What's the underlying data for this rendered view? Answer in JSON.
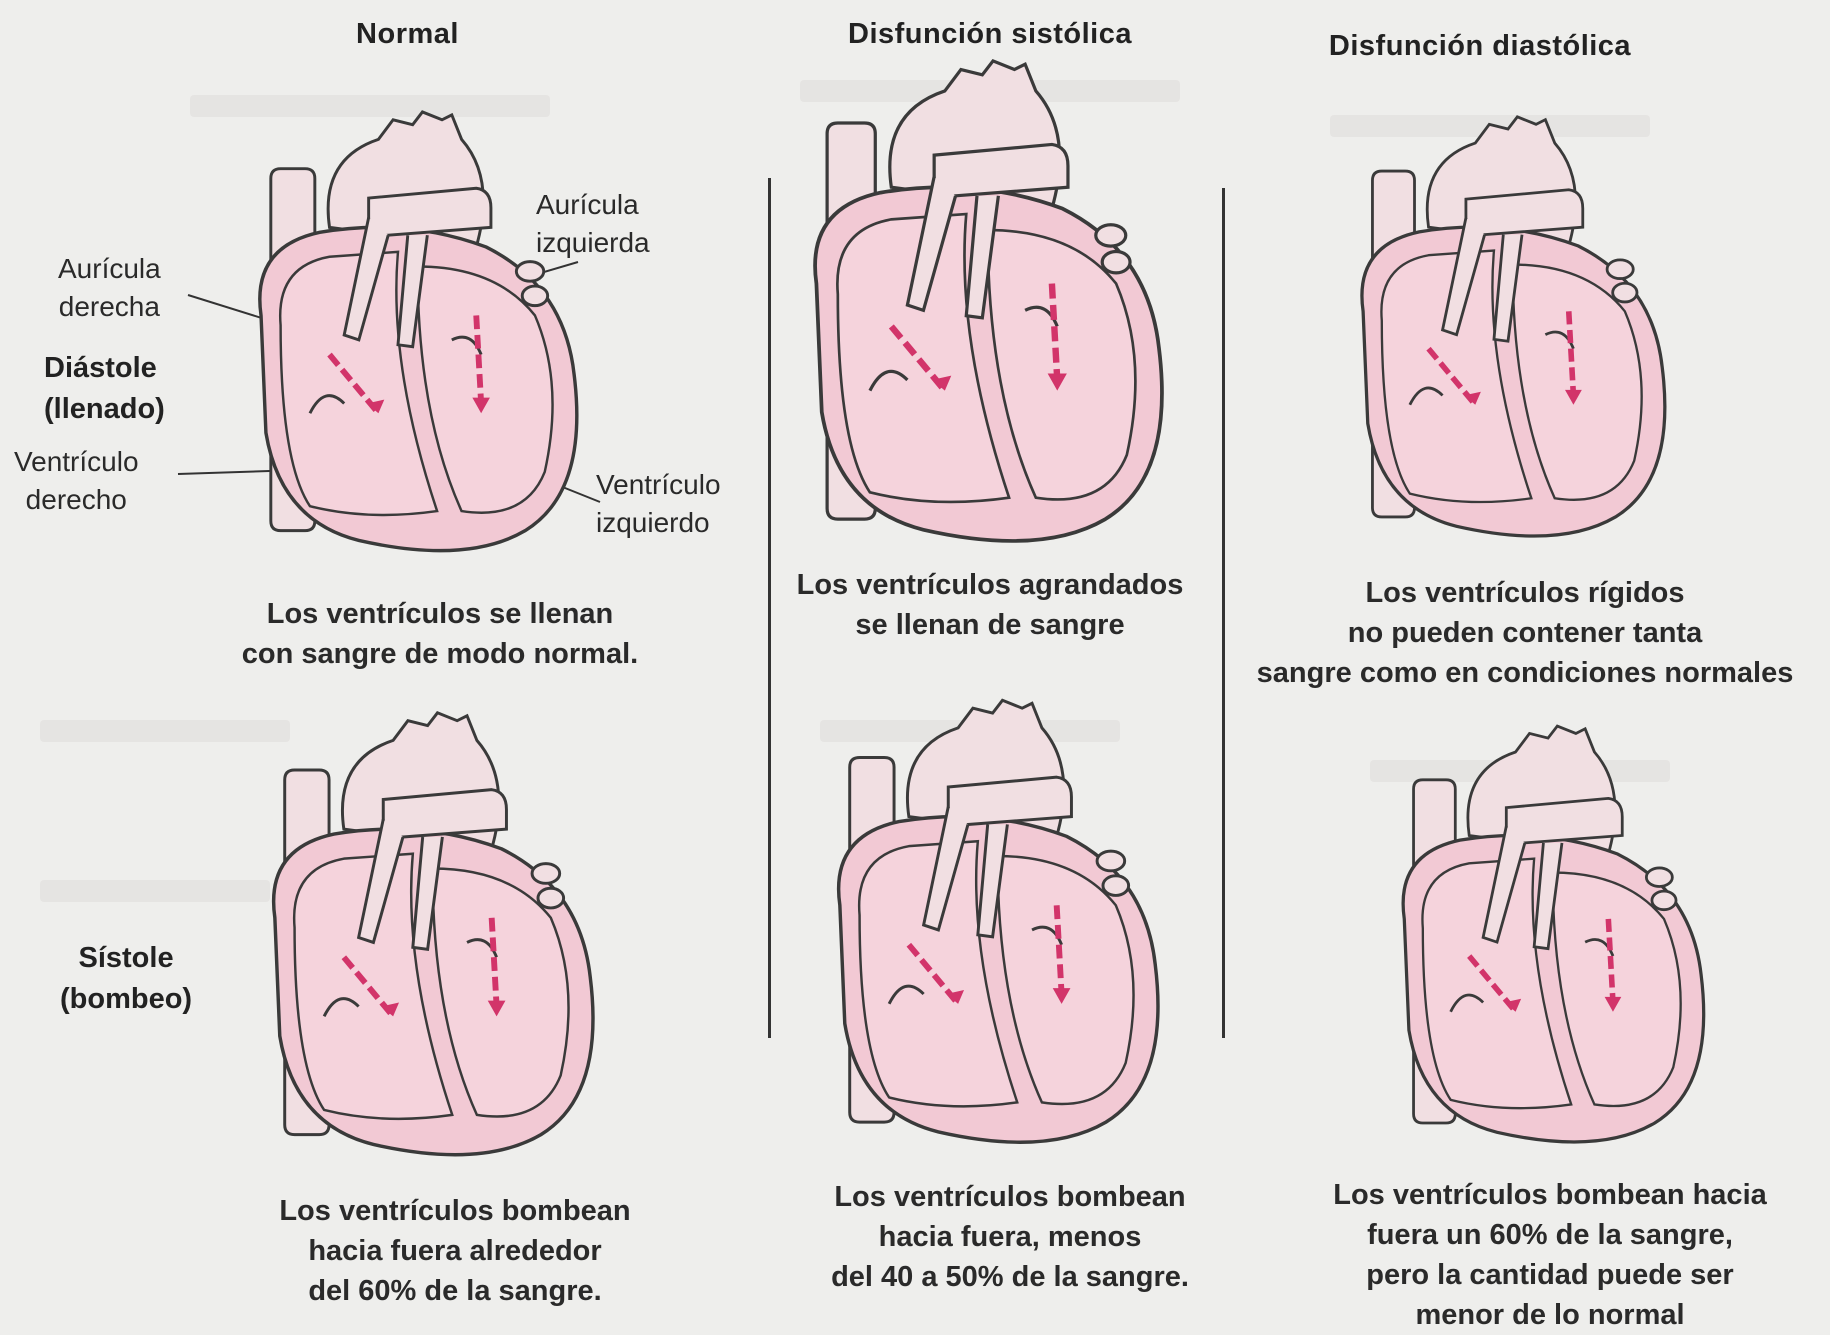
{
  "columns": {
    "normal": "Normal",
    "systolic": "Disfunción sistólica",
    "diastolic": "Disfunción diastólica"
  },
  "row_labels": {
    "diastole": [
      "Diástole",
      "(llenado)"
    ],
    "systole": [
      "Sístole",
      "(bombeo)"
    ]
  },
  "part_labels": {
    "right_atrium": [
      "Aurícula",
      "derecha"
    ],
    "left_atrium": [
      "Aurícula",
      "izquierda"
    ],
    "right_ventricle": [
      "Ventrículo",
      "derecho"
    ],
    "left_ventricle": [
      "Ventrículo",
      "izquierdo"
    ]
  },
  "captions": {
    "normal_diastole": [
      "Los ventrículos se llenan",
      "con sangre de modo normal."
    ],
    "systolic_diastole": [
      "Los ventrículos agrandados",
      "se llenan de sangre"
    ],
    "diastolic_diastole": [
      "Los ventrículos rígidos",
      "no pueden contener tanta",
      "sangre como en condiciones normales"
    ],
    "normal_systole": [
      "Los ventrículos bombean",
      "hacia fuera alrededor",
      "del 60% de la sangre."
    ],
    "systolic_systole": [
      "Los ventrículos bombean",
      "hacia fuera, menos",
      "del 40 a 50% de la sangre."
    ],
    "diastolic_systole": [
      "Los ventrículos bombean hacia",
      "fuera un 60% de la sangre,",
      "pero la cantidad puede ser",
      "menor de lo normal"
    ]
  },
  "colors": {
    "background": "#eeeeec",
    "heart_fill": "#f2c9d4",
    "heart_vessel": "#f1dfe2",
    "outline": "#3a3a3a",
    "arrow": "#d2346a"
  }
}
